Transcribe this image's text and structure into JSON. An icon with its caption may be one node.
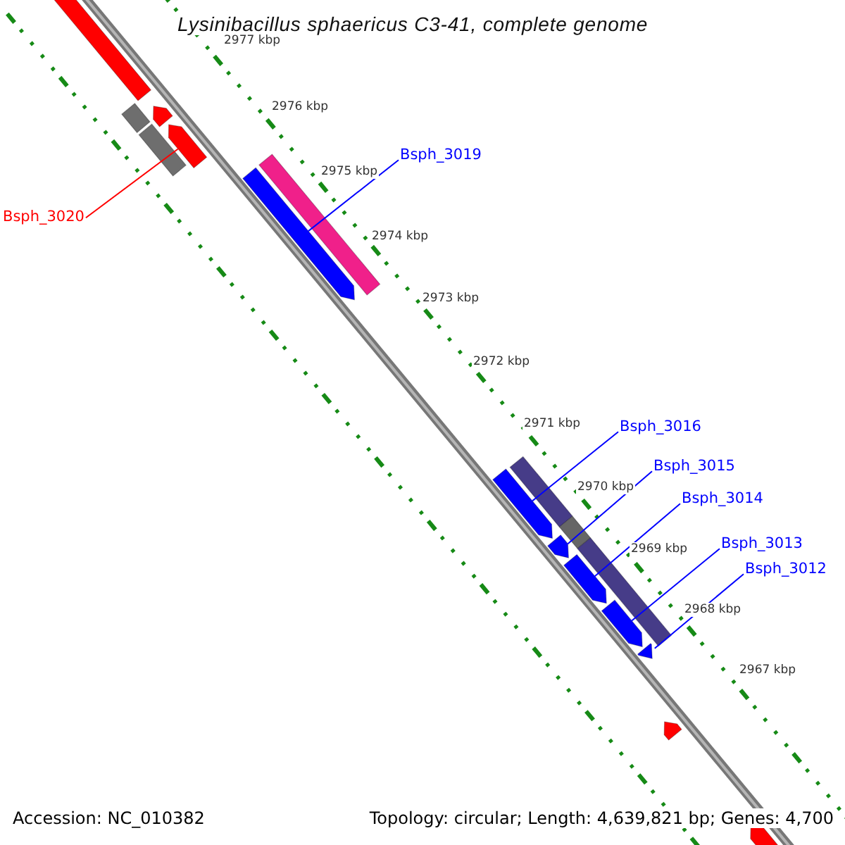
{
  "diagram": {
    "title": "Lysinibacillus sphaericus C3-41, complete genome",
    "nodes": [
      {
        "text": [
          "Bsph_3020"
        ]
      },
      {
        "text": [
          "Bsph_3019"
        ]
      },
      {
        "text": [
          "Bsph_3016"
        ]
      },
      {
        "text": [
          "Bsph_3015"
        ]
      },
      {
        "text": [
          "Bsph_3014"
        ]
      },
      {
        "text": [
          "Bsph_3013"
        ]
      },
      {
        "text": [
          "Bsph_3012"
        ]
      },
      {
        "text": [],
        "shape": "arrow"
      },
      {
        "text": [],
        "shape": "arrow"
      },
      {
        "text": [],
        "shape": "arrow"
      },
      {
        "text": [],
        "shape": "arrow"
      },
      {
        "text": [],
        "shape": "arrow"
      },
      {
        "text": [],
        "shape": "arrow"
      },
      {
        "text": [],
        "shape": "arrow"
      }
    ],
    "edges": [
      {
        "from": 0,
        "to": 7,
        "arrow": "none",
        "color": "#ff0000"
      },
      {
        "from": 1,
        "to": 8,
        "arrow": "none"
      },
      {
        "from": 2,
        "to": 9,
        "arrow": "none"
      },
      {
        "from": 3,
        "to": 10,
        "arrow": "none"
      },
      {
        "from": 4,
        "to": 11,
        "arrow": "none"
      },
      {
        "from": 5,
        "to": 12,
        "arrow": "none"
      },
      {
        "from": 6,
        "to": 13,
        "arrow": "none"
      }
    ],
    "labels": [
      "2977 kbp",
      "2976 kbp",
      "2975 kbp",
      "2974 kbp",
      "2973 kbp",
      "2972 kbp",
      "2971 kbp",
      "2970 kbp",
      "2969 kbp",
      "2968 kbp",
      "2967 kbp",
      "Accession: NC_010382",
      "Topology: circular; Length: 4,639,821 bp; Genes: 4,700"
    ]
  }
}
